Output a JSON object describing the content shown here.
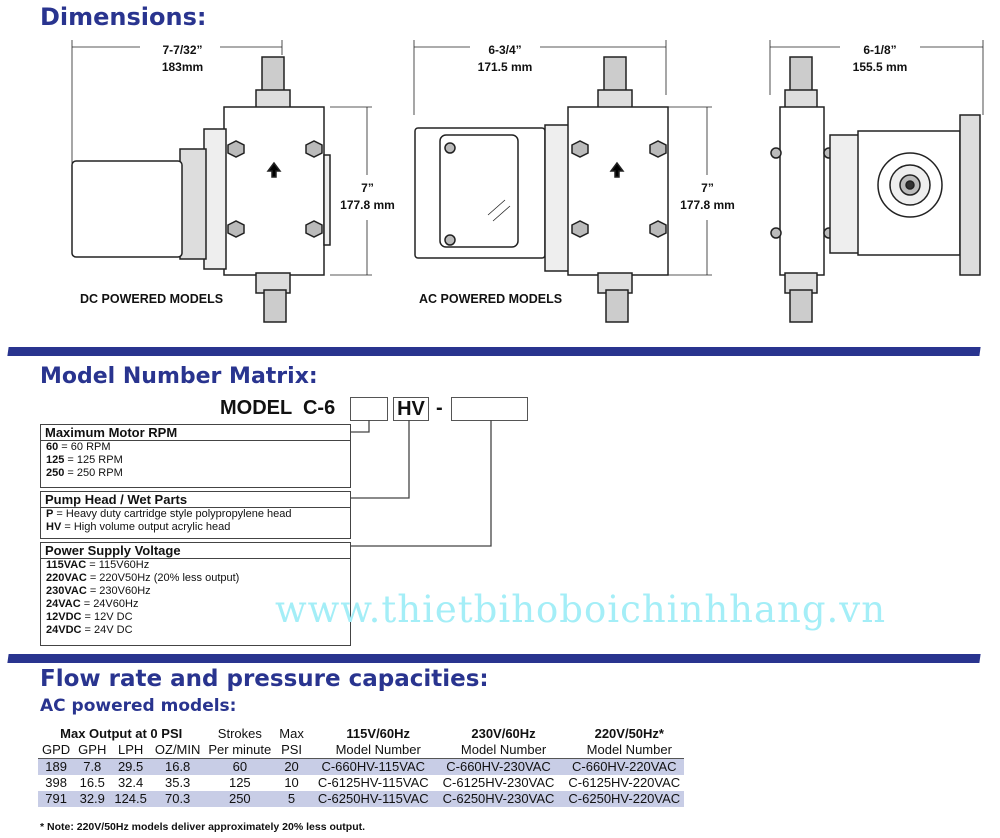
{
  "dimensions": {
    "title": "Dimensions:",
    "dc": {
      "width_in": "7-7/32”",
      "width_mm": "183mm",
      "height_in": "7”",
      "height_mm": "177.8 mm",
      "caption": "DC POWERED MODELS"
    },
    "ac": {
      "width_in": "6-3/4”",
      "width_mm": "171.5 mm",
      "height_in": "7”",
      "height_mm": "177.8 mm",
      "caption": "AC POWERED MODELS"
    },
    "side": {
      "width_in": "6-1/8”",
      "width_mm": "155.5 mm"
    }
  },
  "matrix": {
    "title": "Model Number Matrix:",
    "model_prefix": "MODEL  C-6",
    "hv": "HV",
    "dash": "-",
    "rpm": {
      "header": "Maximum Motor RPM",
      "items": [
        {
          "code": "60",
          "desc": " = 60 RPM"
        },
        {
          "code": "125",
          "desc": " = 125 RPM"
        },
        {
          "code": "250",
          "desc": " = 250 RPM"
        }
      ]
    },
    "head": {
      "header": "Pump Head / Wet Parts",
      "items": [
        {
          "code": "P",
          "desc": " = Heavy duty cartridge style polypropylene head"
        },
        {
          "code": "HV",
          "desc": " = High volume output acrylic head"
        }
      ]
    },
    "voltage": {
      "header": "Power Supply Voltage",
      "items": [
        {
          "code": "115VAC",
          "desc": " = 115V60Hz"
        },
        {
          "code": "220VAC",
          "desc": " = 220V50Hz (20% less output)"
        },
        {
          "code": "230VAC",
          "desc": " = 230V60Hz"
        },
        {
          "code": "24VAC",
          "desc": " = 24V60Hz"
        },
        {
          "code": "12VDC",
          "desc": " = 12V DC"
        },
        {
          "code": "24VDC",
          "desc": " = 24V DC"
        }
      ]
    }
  },
  "watermark": "www.thietbihoboichinhhang.vn",
  "flow": {
    "title": "Flow rate and pressure capacities:",
    "subtitle": "AC powered models:",
    "group_header": "Max Output at 0 PSI",
    "headers_top": [
      "Strokes",
      "Max",
      "115V/60Hz",
      "230V/60Hz",
      "220V/50Hz*"
    ],
    "headers": [
      "GPD",
      "GPH",
      "LPH",
      "OZ/MIN",
      "Per minute",
      "PSI",
      "Model Number",
      "Model Number",
      "Model Number"
    ],
    "rows": [
      [
        "189",
        "7.8",
        "29.5",
        "16.8",
        "60",
        "20",
        "C-660HV-115VAC",
        "C-660HV-230VAC",
        "C-660HV-220VAC"
      ],
      [
        "398",
        "16.5",
        "32.4",
        "35.3",
        "125",
        "10",
        "C-6125HV-115VAC",
        "C-6125HV-230VAC",
        "C-6125HV-220VAC"
      ],
      [
        "791",
        "32.9",
        "124.5",
        "70.3",
        "250",
        "5",
        "C-6250HV-115VAC",
        "C-6250HV-230VAC",
        "C-6250HV-220VAC"
      ]
    ],
    "note": "* Note: 220V/50Hz models deliver approximately 20% less output."
  },
  "colors": {
    "brand": "#29348f",
    "row_shade": "#c8cde6",
    "watermark": "#a4eef7"
  }
}
